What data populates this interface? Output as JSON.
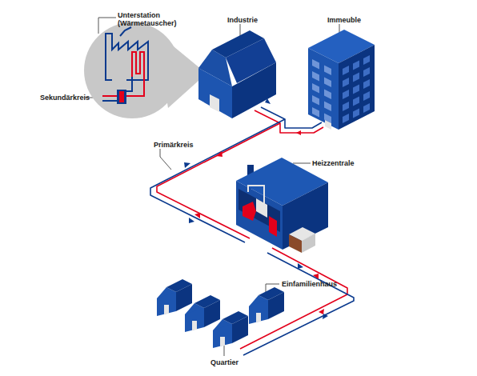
{
  "diagram": {
    "labels": [
      "Unterstation (Wärmetauscher)",
      "Sekundärkreis",
      "Industrie",
      "Immeuble",
      "Primärkreis",
      "Heizzentrale",
      "Einfamilienhaus",
      "Quartier"
    ]
  }
}
